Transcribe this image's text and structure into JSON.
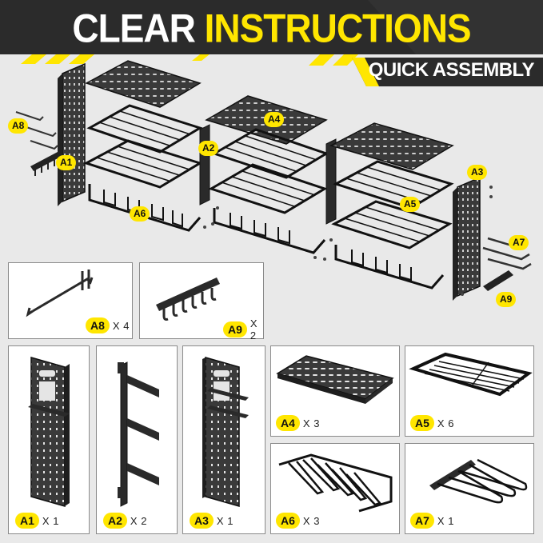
{
  "header": {
    "title_white": "CLEAR",
    "title_yellow": "INSTRUCTIONS",
    "subtitle": "QUICK ASSEMBLY",
    "colors": {
      "dark": "#2b2b2b",
      "accent": "#ffe600",
      "text": "#ffffff"
    }
  },
  "assembly": {
    "callouts": [
      "A8",
      "A1",
      "A2",
      "A4",
      "A3",
      "A5",
      "A6",
      "A7",
      "A9"
    ]
  },
  "parts": [
    {
      "id": "A8",
      "qty": "X 4"
    },
    {
      "id": "A9",
      "qty": "X 2"
    },
    {
      "id": "A1",
      "qty": "X 1"
    },
    {
      "id": "A2",
      "qty": "X 2"
    },
    {
      "id": "A3",
      "qty": "X 1"
    },
    {
      "id": "A4",
      "qty": "X 3"
    },
    {
      "id": "A5",
      "qty": "X 6"
    },
    {
      "id": "A6",
      "qty": "X 3"
    },
    {
      "id": "A7",
      "qty": "X 1"
    }
  ]
}
